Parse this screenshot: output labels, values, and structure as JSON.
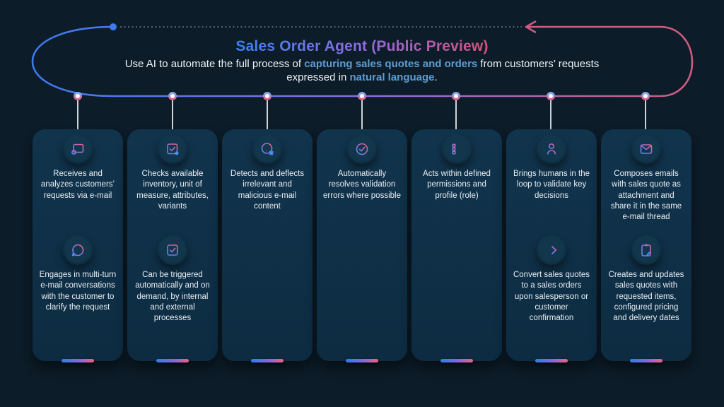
{
  "header": {
    "title": "Sales Order Agent (Public Preview)",
    "subtitle_line1_pre": "Use AI to automate the full process of ",
    "subtitle_line1_highlight": "capturing sales quotes and orders",
    "subtitle_line1_post": " from customers’ requests",
    "subtitle_line2_pre": "expressed in ",
    "subtitle_line2_highlight": "natural language",
    "subtitle_line2_post": "."
  },
  "colors": {
    "background": "#0c1c28",
    "card_background": "#0e3048",
    "accent_blue": "#3b82f6",
    "accent_purple": "#8a6ce0",
    "accent_pink": "#d4537e",
    "subtitle_highlight": "#5e9cd2",
    "body_text": "#e9eef2"
  },
  "cards": [
    {
      "sections": [
        {
          "icon": "chat-note-icon",
          "text": "Receives and analyzes customers’ requests via e-mail"
        },
        {
          "icon": "chat-icon",
          "text": "Engages in multi-turn e-mail conversations with the customer to clarify the request"
        }
      ]
    },
    {
      "sections": [
        {
          "icon": "checkbox-item-icon",
          "text": "Checks available inventory, unit of measure, attributes, variants"
        },
        {
          "icon": "checkbox-icon",
          "text": "Can be triggered automatically and on demand, by internal and external processes"
        }
      ]
    },
    {
      "sections": [
        {
          "icon": "alert-gear-icon",
          "text": "Detects and deflects irrelevant and malicious e-mail content"
        }
      ]
    },
    {
      "sections": [
        {
          "icon": "check-circle-icon",
          "text": "Automatically resolves validation errors where possible"
        }
      ]
    },
    {
      "sections": [
        {
          "icon": "task-list-icon",
          "text": "Acts within defined permissions and profile (role)"
        }
      ]
    },
    {
      "sections": [
        {
          "icon": "person-icon",
          "text": "Brings humans in the loop to validate key decisions"
        },
        {
          "icon": "arrow-right-icon",
          "text": "Convert sales quotes to a sales orders upon salesperson or customer confirmation"
        }
      ]
    },
    {
      "sections": [
        {
          "icon": "mail-icon",
          "text": "Composes emails with sales quote as attachment and share it in the same e-mail thread"
        },
        {
          "icon": "clipboard-edit-icon",
          "text": "Creates and updates sales quotes with requested items, configured pricing and delivery dates"
        }
      ]
    }
  ]
}
